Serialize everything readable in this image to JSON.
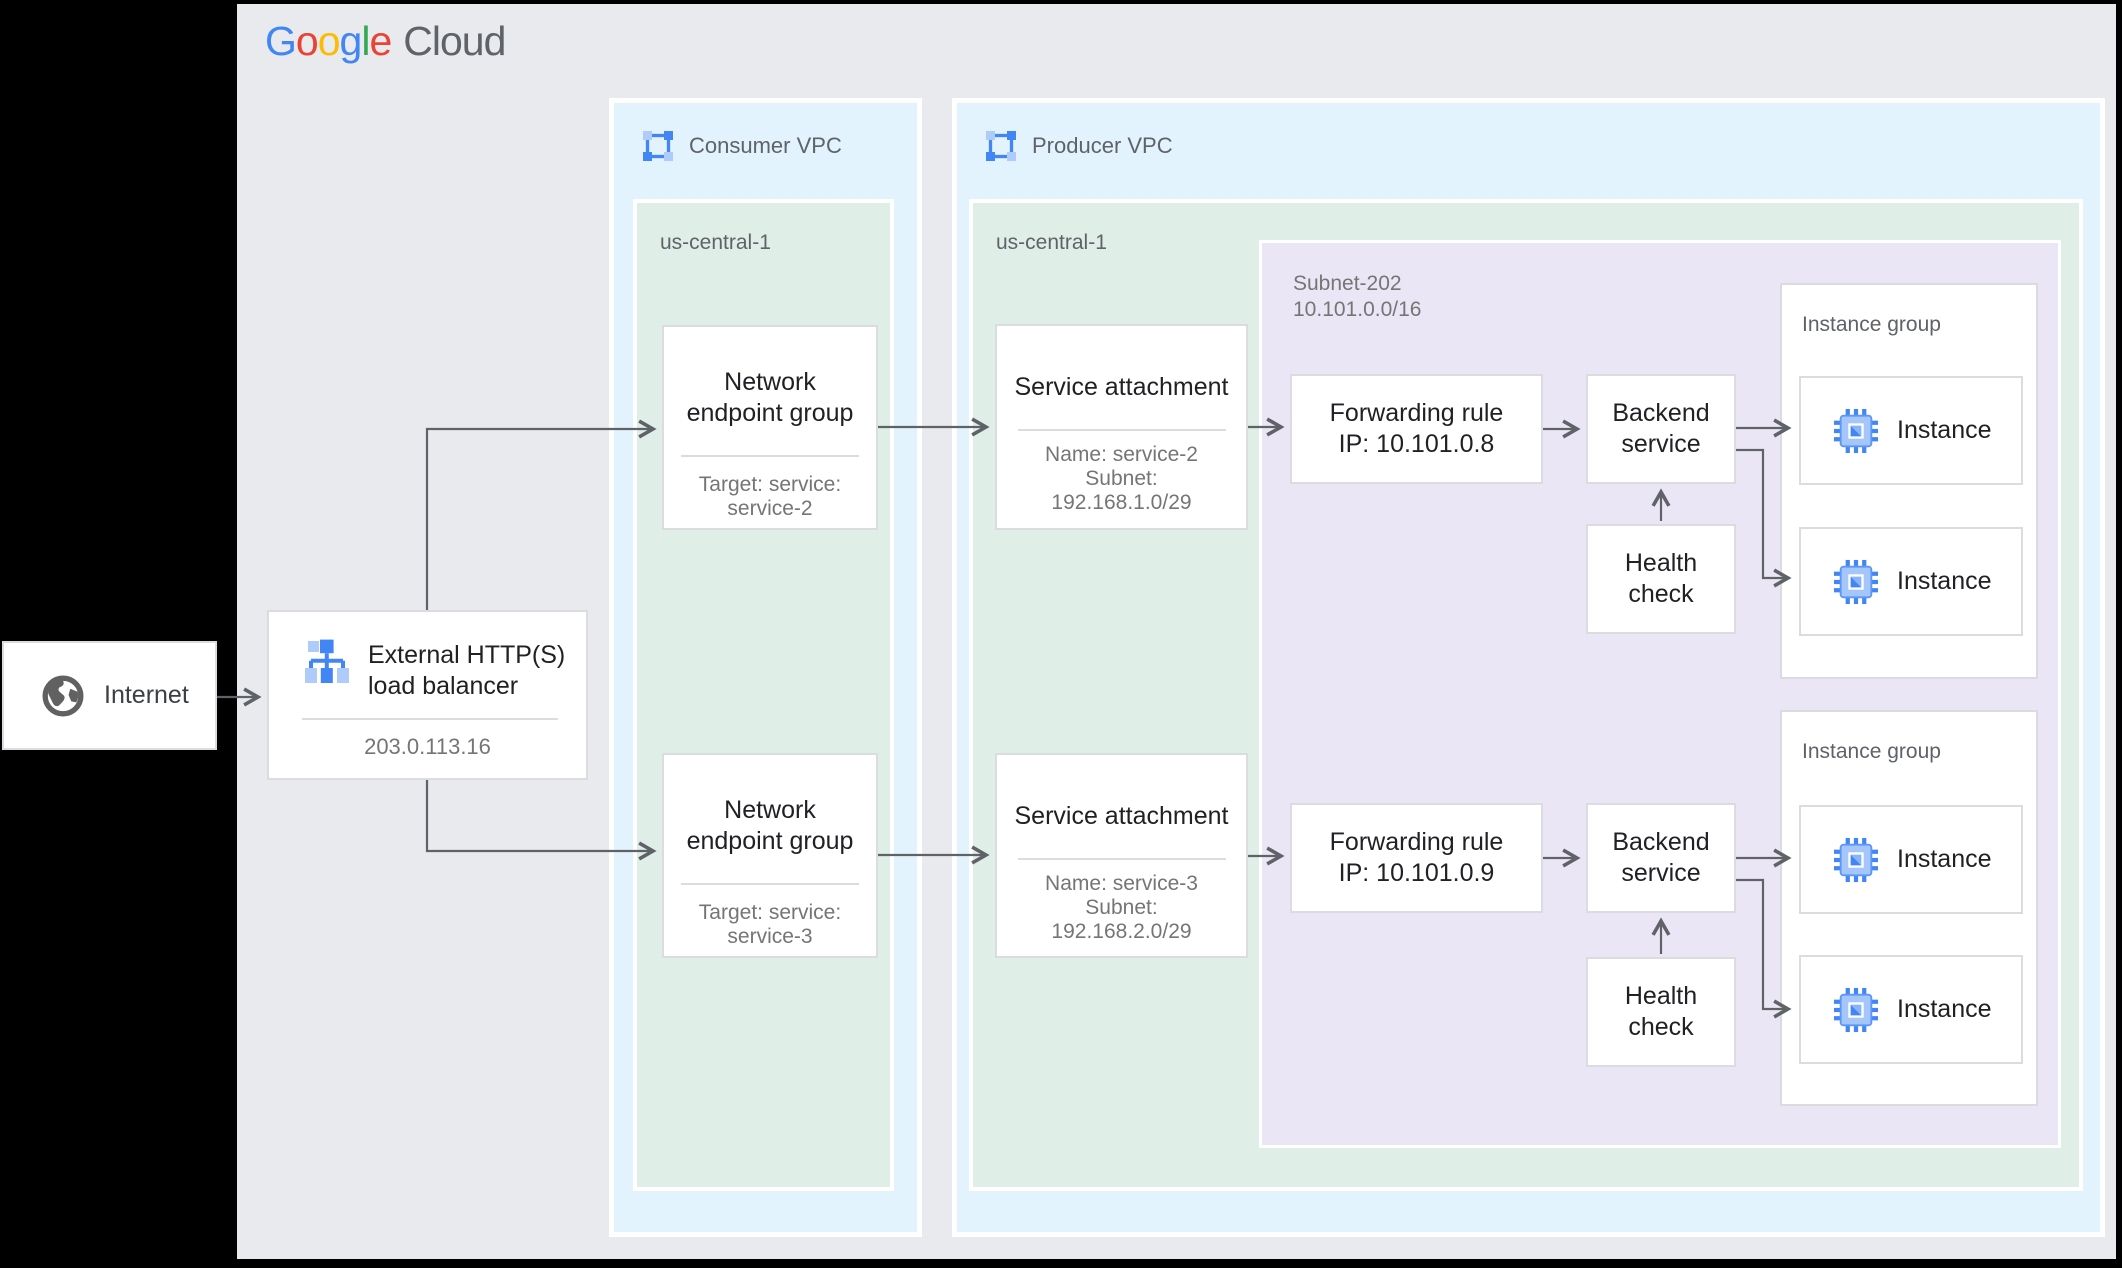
{
  "palette": {
    "frame_bg": "#000000",
    "canvas_bg": "#e8eaed",
    "vpc_bg": "#e2f3fd",
    "region_bg": "#dfeee6",
    "subnet_bg": "#ebe6f5",
    "node_border": "#dadce0",
    "arrow": "#5f6368",
    "brand_blue": "#4285F4",
    "brand_red": "#EA4335",
    "brand_yellow": "#FBBC05",
    "brand_green": "#34A853",
    "icon_blue_light": "#aecbfa"
  },
  "icons": {
    "vpc": "vpc-network-icon",
    "internet": "globe-icon",
    "load_balancer": "load-balancer-icon",
    "instance": "compute-instance-icon"
  },
  "logo": {
    "l1": "G",
    "l2": "o",
    "l3": "o",
    "l4": "g",
    "l5": "l",
    "l6": "e",
    "cloud": "Cloud"
  },
  "internet": {
    "label": "Internet"
  },
  "load_balancer": {
    "title_l1": "External HTTP(S)",
    "title_l2": "load balancer",
    "ip": "203.0.113.16"
  },
  "consumer_vpc": {
    "label": "Consumer VPC",
    "region": "us-central-1",
    "neg1": {
      "title_l1": "Network",
      "title_l2": "endpoint group",
      "target_l1": "Target: service:",
      "target_l2": "service-2"
    },
    "neg2": {
      "title_l1": "Network",
      "title_l2": "endpoint group",
      "target_l1": "Target: service:",
      "target_l2": "service-3"
    }
  },
  "producer_vpc": {
    "label": "Producer VPC",
    "region": "us-central-1",
    "subnet": {
      "name": "Subnet-202",
      "cidr": "10.101.0.0/16"
    },
    "sa1": {
      "title": "Service attachment",
      "name": "Name: service-2",
      "subnet_label": "Subnet:",
      "subnet": "192.168.1.0/29"
    },
    "sa2": {
      "title": "Service attachment",
      "name": "Name: service-3",
      "subnet_label": "Subnet:",
      "subnet": "192.168.2.0/29"
    },
    "fr1": {
      "l1": "Forwarding rule",
      "l2": "IP: 10.101.0.8"
    },
    "fr2": {
      "l1": "Forwarding rule",
      "l2": "IP: 10.101.0.9"
    }
  },
  "shared": {
    "backend_l1": "Backend",
    "backend_l2": "service",
    "health_l1": "Health",
    "health_l2": "check",
    "instance_group": "Instance group",
    "instance": "Instance"
  }
}
